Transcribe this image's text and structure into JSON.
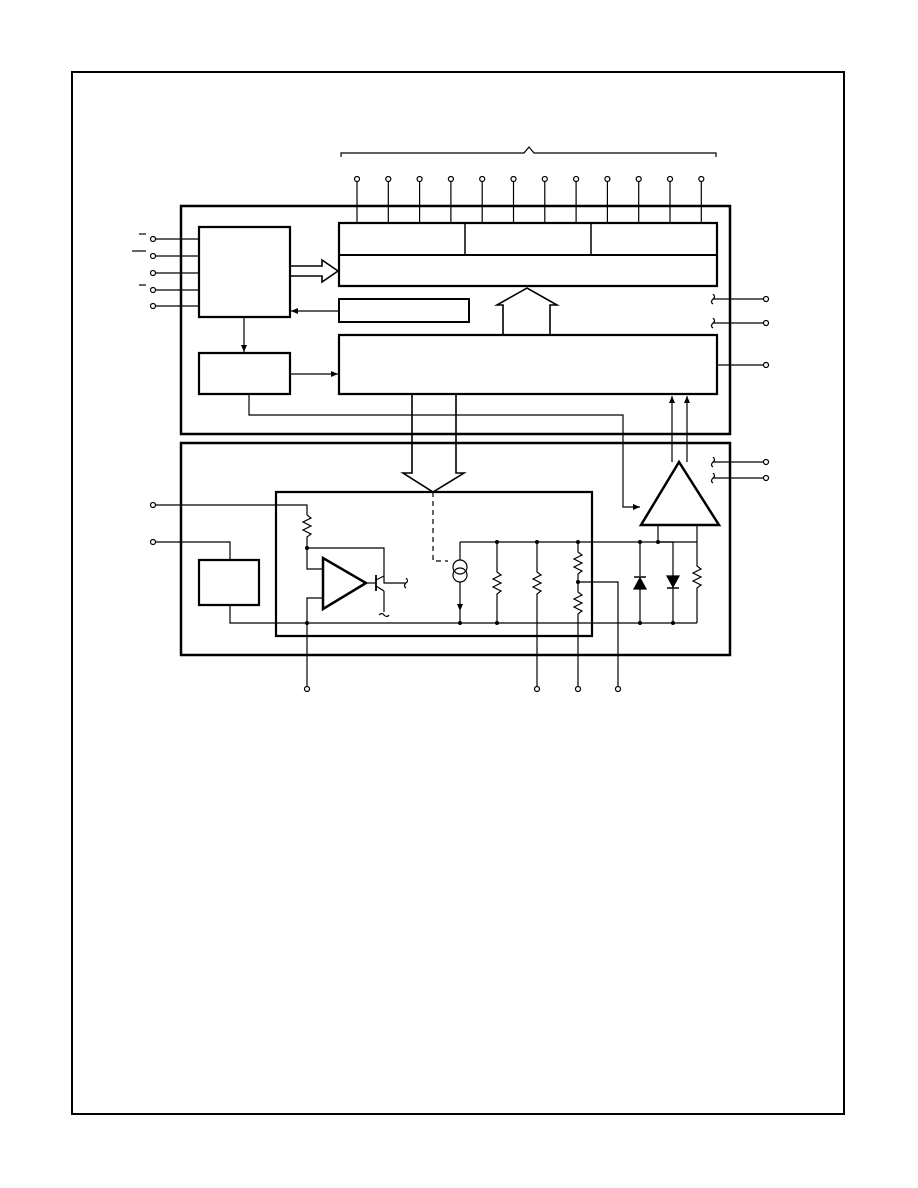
{
  "diagram": {
    "type": "block-diagram",
    "colors": {
      "stroke": "#000000",
      "background": "#ffffff"
    },
    "top_pins": 12,
    "bottom_pins": 4,
    "left_pins_upper": 5,
    "left_pins_lower": 2,
    "right_pins_upper": 3,
    "right_pins_lower": 2
  }
}
